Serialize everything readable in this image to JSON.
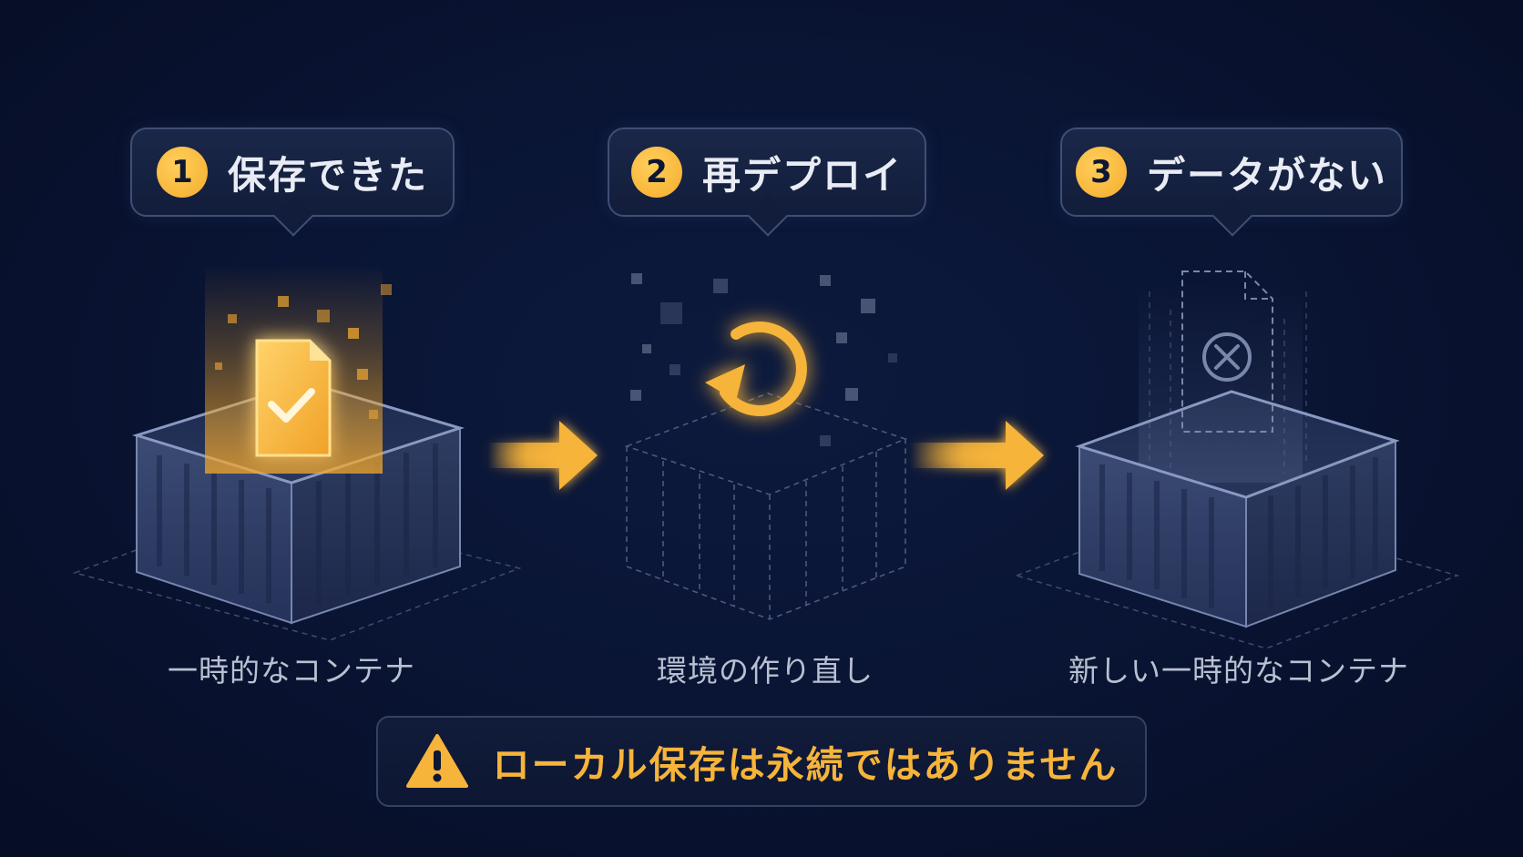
{
  "steps": [
    {
      "number": "1",
      "title": "保存できた",
      "caption": "一時的なコンテナ",
      "icon": "file-check-icon"
    },
    {
      "number": "2",
      "title": "再デプロイ",
      "caption": "環境の作り直し",
      "icon": "refresh-icon"
    },
    {
      "number": "3",
      "title": "データがない",
      "caption": "新しい一時的なコンテナ",
      "icon": "missing-file-icon"
    }
  ],
  "warning": {
    "text": "ローカル保存は永続ではありません",
    "icon": "warning-icon"
  },
  "colors": {
    "accent": "#f6b43a",
    "background": "#0a1535",
    "container": "#2c3a5e",
    "text": "#e9ecf4"
  }
}
